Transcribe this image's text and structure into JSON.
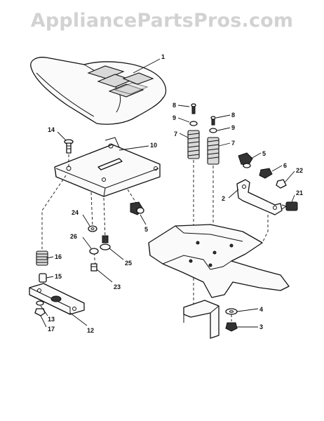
{
  "watermark": "AppliancePartsPros.com",
  "callouts": [
    {
      "id": "1",
      "label": "1"
    },
    {
      "id": "2",
      "label": "2"
    },
    {
      "id": "3",
      "label": "3"
    },
    {
      "id": "4",
      "label": "4"
    },
    {
      "id": "5a",
      "label": "5"
    },
    {
      "id": "5b",
      "label": "5"
    },
    {
      "id": "6",
      "label": "6"
    },
    {
      "id": "7a",
      "label": "7"
    },
    {
      "id": "7b",
      "label": "7"
    },
    {
      "id": "8a",
      "label": "8"
    },
    {
      "id": "8b",
      "label": "8"
    },
    {
      "id": "9a",
      "label": "9"
    },
    {
      "id": "9b",
      "label": "9"
    },
    {
      "id": "10",
      "label": "10"
    },
    {
      "id": "12",
      "label": "12"
    },
    {
      "id": "13",
      "label": "13"
    },
    {
      "id": "14",
      "label": "14"
    },
    {
      "id": "15",
      "label": "15"
    },
    {
      "id": "16",
      "label": "16"
    },
    {
      "id": "17",
      "label": "17"
    },
    {
      "id": "21",
      "label": "21"
    },
    {
      "id": "22",
      "label": "22"
    },
    {
      "id": "23",
      "label": "23"
    },
    {
      "id": "24",
      "label": "24"
    },
    {
      "id": "25",
      "label": "25"
    },
    {
      "id": "26",
      "label": "26"
    }
  ]
}
